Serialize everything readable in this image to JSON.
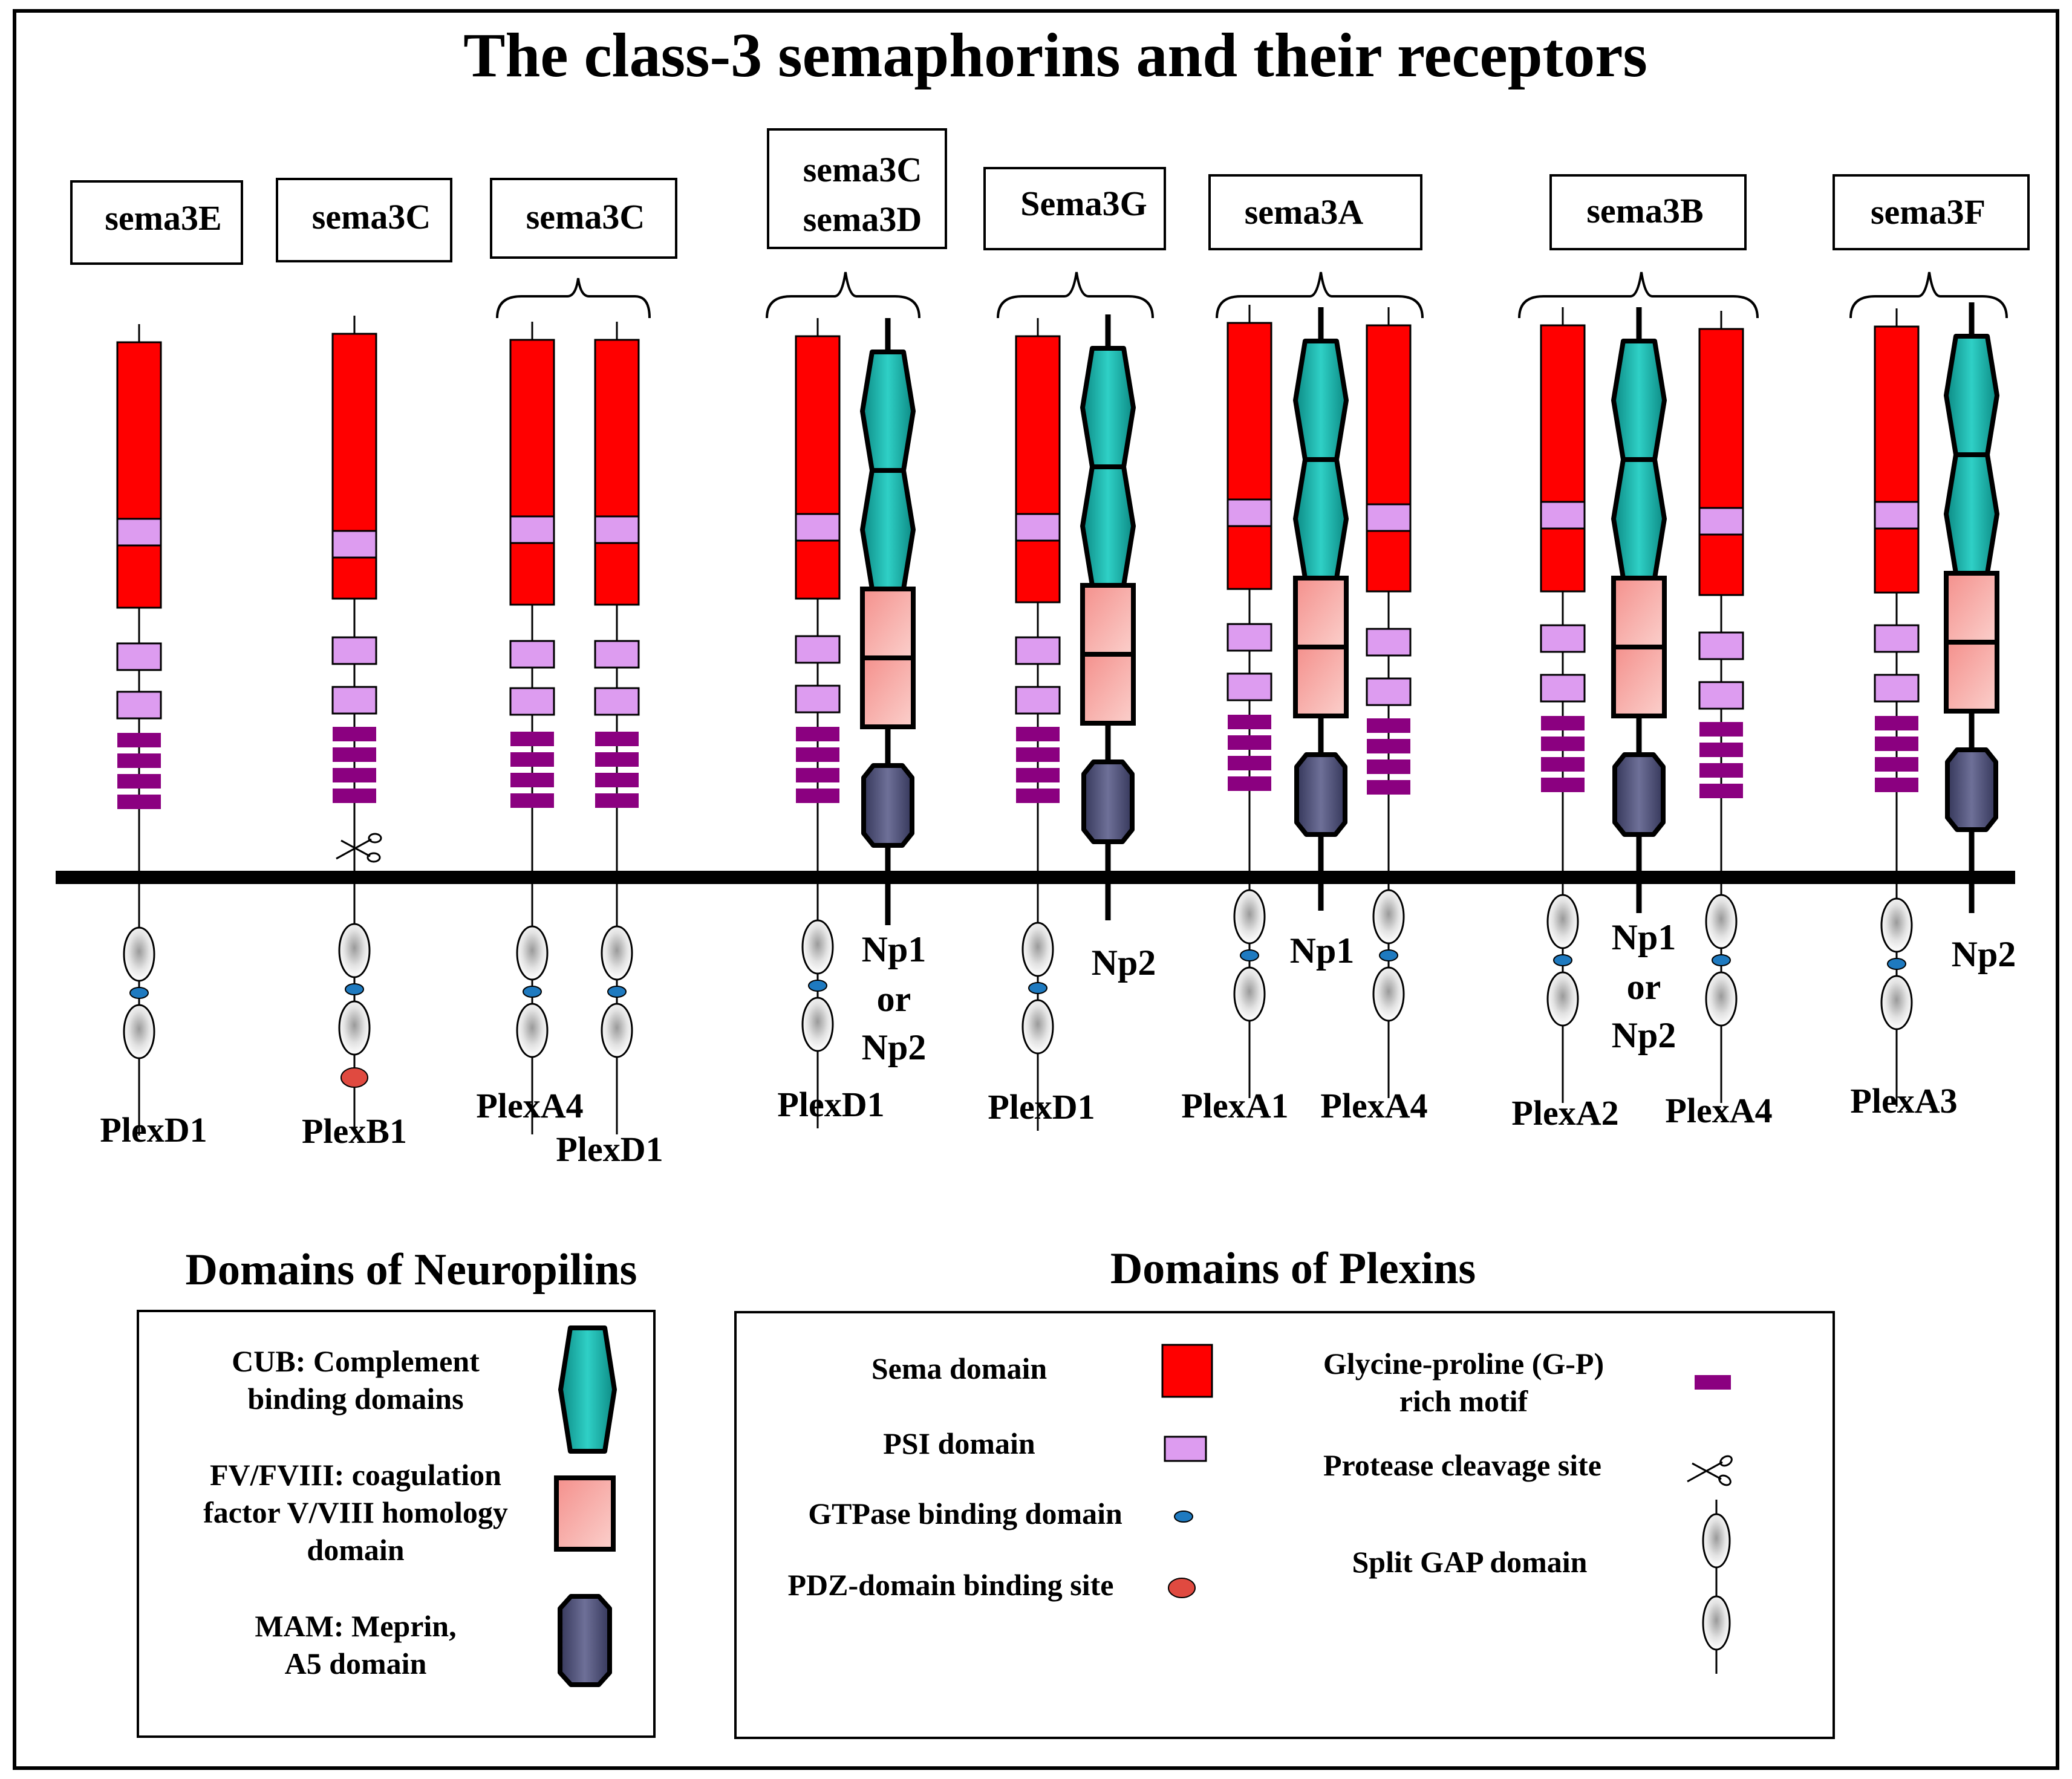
{
  "title": "The class-3 semaphorins and their receptors",
  "ligands": {
    "g1": "sema3E",
    "g2": "sema3C",
    "g3": "sema3C",
    "g4a": "sema3C",
    "g4b": "sema3D",
    "g5": "Sema3G",
    "g6": "sema3A",
    "g7": "sema3B",
    "g8": "sema3F"
  },
  "receptors": {
    "g1": "PlexD1",
    "g2": "PlexB1",
    "g3a": "PlexA4",
    "g3b": "PlexD1",
    "g4": "PlexD1",
    "g5": "PlexD1",
    "g6a": "PlexA1",
    "g6b": "PlexA4",
    "g7a": "PlexA2",
    "g7b": "PlexA4",
    "g8": "PlexA3"
  },
  "neuropilins": {
    "g4": [
      "Np1",
      "or",
      "Np2"
    ],
    "g5": "Np2",
    "g6": "Np1",
    "g7": [
      "Np1",
      "or",
      "Np2"
    ],
    "g8": "Np2"
  },
  "legend_neuropilins": {
    "heading": "Domains of Neuropilins",
    "cub": [
      "CUB: Complement",
      "binding domains"
    ],
    "fv": [
      "FV/FVIII: coagulation",
      "factor V/VIII homology",
      "domain"
    ],
    "mam": [
      "MAM: Meprin,",
      "A5 domain"
    ]
  },
  "legend_plexins": {
    "heading": "Domains of Plexins",
    "sema": "Sema domain",
    "psi": "PSI domain",
    "gtpase": "GTPase binding domain",
    "pdz": "PDZ-domain binding site",
    "gp": [
      "Glycine-proline (G-P)",
      "rich  motif"
    ],
    "protease": "Protease cleavage site",
    "gap": "Split GAP domain"
  },
  "colors": {
    "sema": "#ff0000",
    "psi": "#dd9cf0",
    "gp_motif": "#8b0080",
    "cub": "#16a8a0",
    "fv": "#f4908c",
    "mam": "#4a4c72",
    "gtpase": "#1e7ac0",
    "pdz": "#e04a40"
  }
}
